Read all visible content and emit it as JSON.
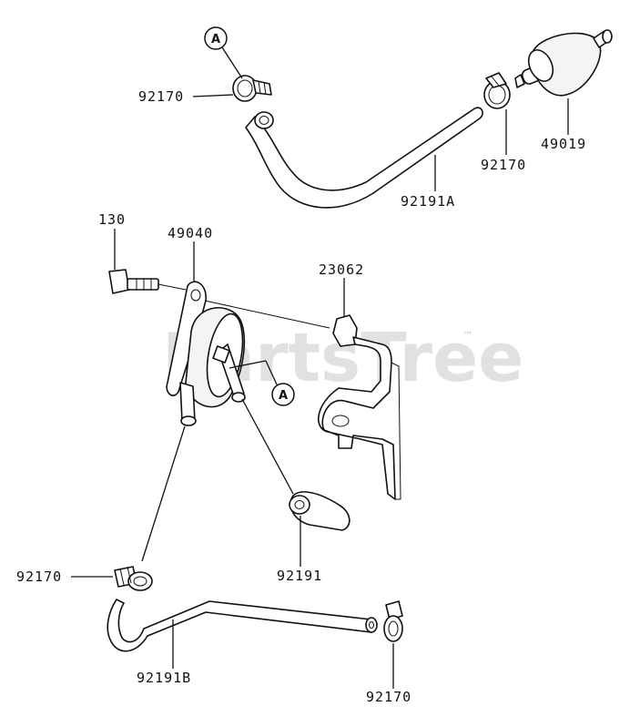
{
  "watermark": {
    "text": "PartsTree",
    "tm": "™"
  },
  "callouts": {
    "a_top": "A",
    "a_mid": "A"
  },
  "labels": {
    "clamp_top_left": "92170",
    "filter": "49019",
    "clamp_top_right": "92170",
    "hose_top": "92191A",
    "bolt": "130",
    "pump": "49040",
    "bracket": "23062",
    "hose_short": "92191",
    "clamp_bottom_left": "92170",
    "hose_bottom": "92191B",
    "clamp_bottom_right": "92170"
  }
}
